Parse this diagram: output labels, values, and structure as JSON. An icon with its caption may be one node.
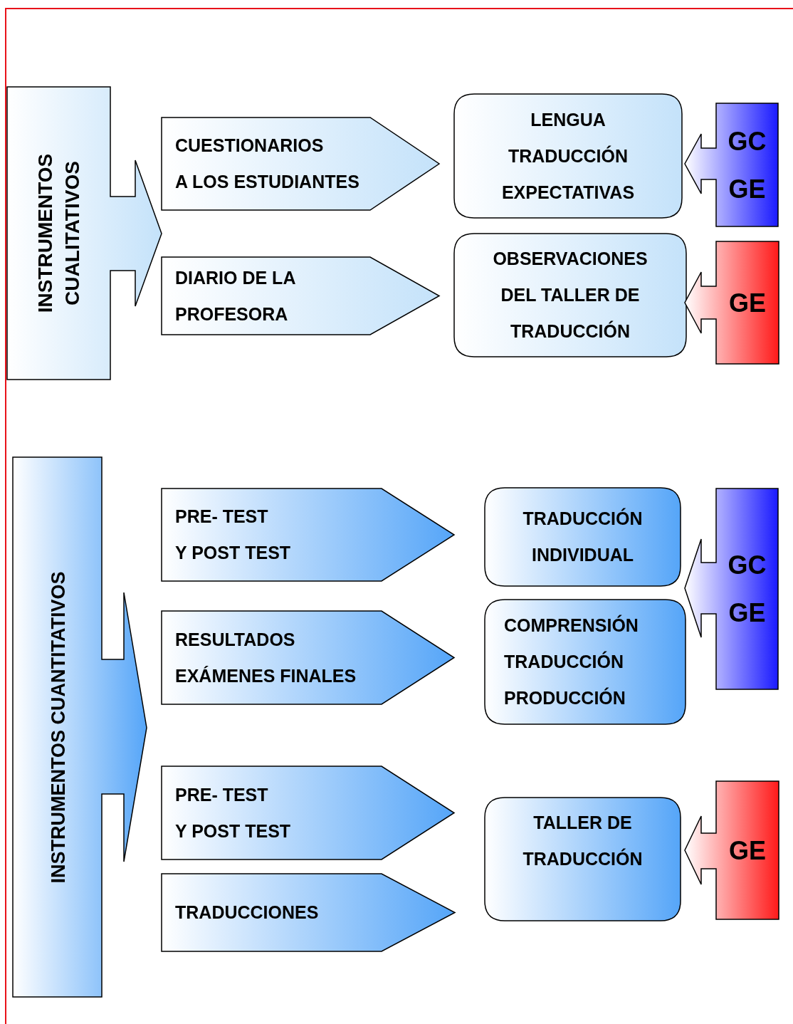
{
  "diagram": {
    "nodes": [
      {
        "text": [
          "INSTRUMENTOS",
          "CUALITATIVOS"
        ]
      },
      {
        "text": [
          "CUESTIONARIOS",
          "A LOS ESTUDIANTES"
        ]
      },
      {
        "text": [
          "DIARIO DE LA",
          "PROFESORA"
        ]
      },
      {
        "text": [
          "LENGUA",
          "TRADUCCIÓN",
          "EXPECTATIVAS"
        ]
      },
      {
        "text": [
          "OBSERVACIONES",
          "DEL TALLER DE",
          "TRADUCCIÓN"
        ]
      },
      {
        "text": [
          "GC",
          "GE"
        ]
      },
      {
        "text": [
          "GE"
        ]
      },
      {
        "text": [
          "INSTRUMENTOS CUANTITATIVOS"
        ]
      },
      {
        "text": [
          "PRE- TEST",
          "Y POST TEST"
        ]
      },
      {
        "text": [
          "RESULTADOS",
          "EXÁMENES FINALES"
        ]
      },
      {
        "text": [
          "PRE- TEST",
          "Y POST TEST"
        ]
      },
      {
        "text": [
          "TRADUCCIONES"
        ]
      },
      {
        "text": [
          "TRADUCCIÓN",
          "INDIVIDUAL"
        ]
      },
      {
        "text": [
          "COMPRENSIÓN",
          "TRADUCCIÓN",
          "PRODUCCIÓN"
        ]
      },
      {
        "text": [
          "GC",
          "GE"
        ]
      },
      {
        "text": [
          "TALLER DE",
          "TRADUCCIÓN"
        ]
      },
      {
        "text": [
          "GE"
        ]
      }
    ]
  }
}
